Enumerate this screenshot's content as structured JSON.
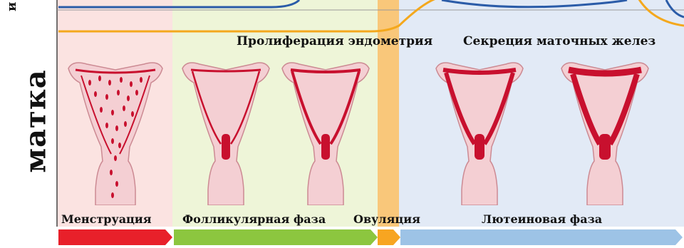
{
  "side_label": "матка",
  "corner_label": "и",
  "titles": {
    "proliferation": "Пролиферация эндометрия",
    "secretion": "Секреция маточных желез"
  },
  "phases": [
    {
      "label": "Менструация",
      "color": "#e8202a"
    },
    {
      "label": "Фолликулярная фаза",
      "color": "#8cc63f"
    },
    {
      "label": "Овуляция",
      "color": "#f7a521"
    },
    {
      "label": "Лютеиновая фаза",
      "color": "#9dc3e6"
    }
  ],
  "colors": {
    "menstruation_bg": "#fbe3e1",
    "follicular_bg": "#eef5d8",
    "ovulation_bg": "#f9c77a",
    "luteal_bg": "#e2eaf6",
    "hormone_orange": "#f4a81d",
    "hormone_blue": "#2b5ca8",
    "endometrium": "#c8102e",
    "uterus_fill": "#f4cfd3",
    "uterus_outline": "#cc8a93"
  }
}
